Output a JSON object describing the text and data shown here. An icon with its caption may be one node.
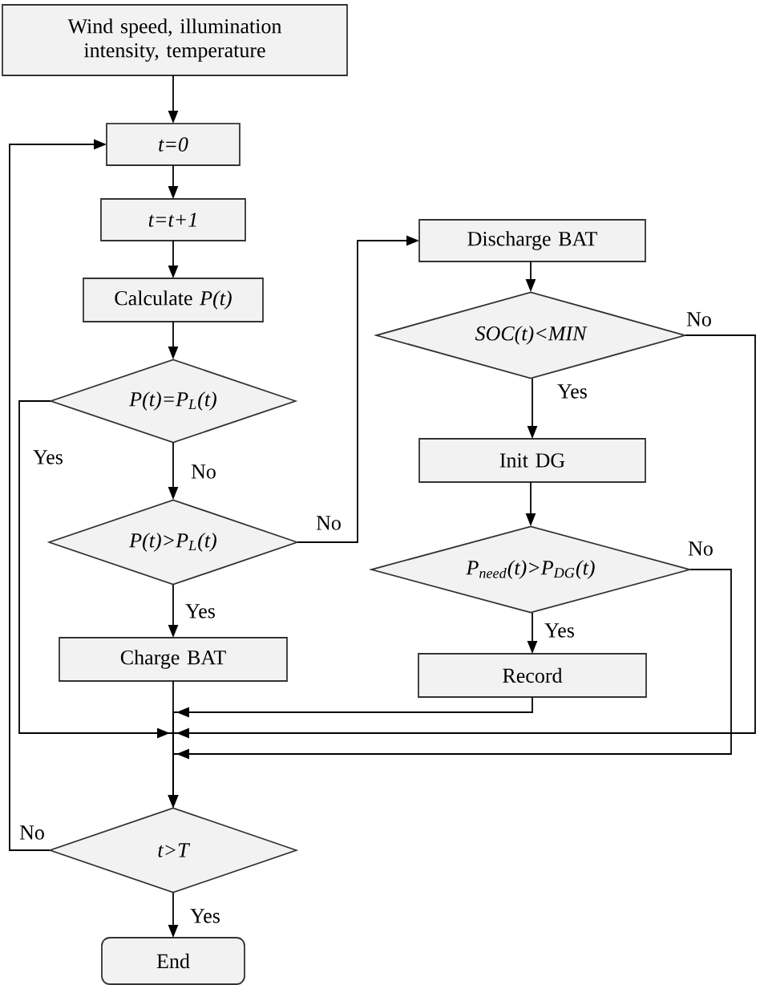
{
  "diagram": {
    "nodes": [
      {
        "text": [
          "Wind speed, illumination intensity, temperature"
        ]
      },
      {
        "text": [
          "t=0"
        ]
      },
      {
        "text": [
          "t=t+1"
        ]
      },
      {
        "text": [
          "Calculate *P(t)*"
        ]
      },
      {
        "text": [
          "P(t)=P$_{L}$(t)"
        ]
      },
      {
        "text": [
          "P(t)>P$_{L}$(t)"
        ]
      },
      {
        "text": [
          "Charge BAT"
        ]
      },
      {
        "text": [
          "t>T"
        ]
      },
      {
        "text": [
          "End"
        ]
      },
      {
        "text": [
          "Discharge BAT"
        ]
      },
      {
        "text": [
          "SOC(t)<MIN"
        ]
      },
      {
        "text": [
          "Init DG"
        ]
      },
      {
        "text": [
          "P$_{need}$(t)>P$_{DG}$(t)"
        ]
      },
      {
        "text": [
          "Record"
        ]
      }
    ],
    "edges": [
      {
        "from": 0,
        "to": 1,
        "arrow": "to"
      },
      {
        "from": 1,
        "to": 2,
        "arrow": "to"
      },
      {
        "from": 2,
        "to": 3,
        "arrow": "to"
      },
      {
        "from": 3,
        "to": 4,
        "arrow": "to"
      },
      {
        "from": 4,
        "to": 5,
        "arrow": "to",
        "label": "No"
      },
      {
        "from": 5,
        "to": 6,
        "arrow": "to",
        "label": "Yes"
      },
      {
        "from": 6,
        "to": 7,
        "arrow": "to"
      },
      {
        "from": 4,
        "to": 7,
        "arrow": "to",
        "label": "Yes"
      },
      {
        "from": 5,
        "to": 9,
        "arrow": "to",
        "label": "No"
      },
      {
        "from": 9,
        "to": 10,
        "arrow": "to"
      },
      {
        "from": 10,
        "to": 11,
        "arrow": "to",
        "label": "Yes"
      },
      {
        "from": 11,
        "to": 12,
        "arrow": "to"
      },
      {
        "from": 12,
        "to": 13,
        "arrow": "to",
        "label": "Yes"
      },
      {
        "from": 13,
        "to": 7,
        "arrow": "to"
      },
      {
        "from": 10,
        "to": 7,
        "arrow": "to",
        "label": "No"
      },
      {
        "from": 12,
        "to": 7,
        "arrow": "to",
        "label": "No"
      },
      {
        "from": 7,
        "to": 1,
        "arrow": "to",
        "label": "No"
      },
      {
        "from": 7,
        "to": 8,
        "arrow": "to",
        "label": "Yes"
      }
    ]
  }
}
